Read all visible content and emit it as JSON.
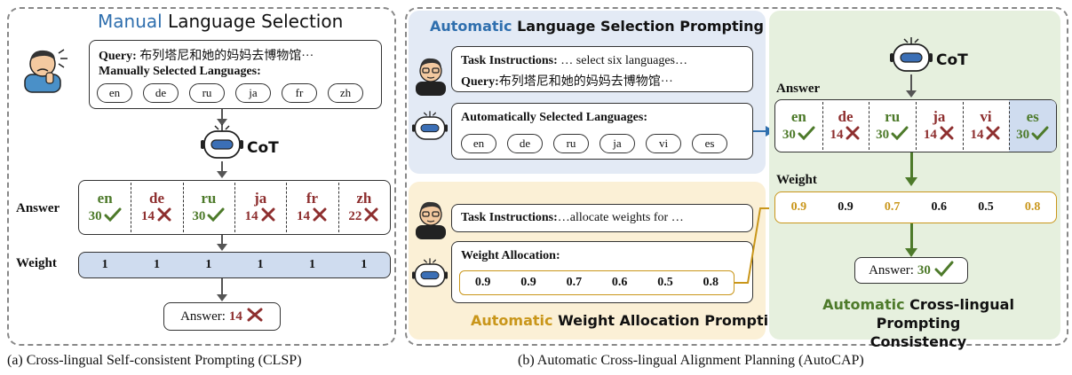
{
  "colors": {
    "green": "#4d7a2a",
    "red": "#8e2f2f",
    "gold": "#c9961a",
    "blue": "#2f6fae"
  },
  "panel_a": {
    "title_highlight": "Manual",
    "title_rest": " Language Selection",
    "query_label": "Query:",
    "query_text": "布列塔尼和她的妈妈去博物馆···",
    "manual_label": "Manually Selected Languages:",
    "languages": [
      "en",
      "de",
      "ru",
      "ja",
      "fr",
      "zh"
    ],
    "cot": "CoT",
    "answer_label": "Answer",
    "answers": [
      {
        "lang": "en",
        "score": "30",
        "ok": true
      },
      {
        "lang": "de",
        "score": "14",
        "ok": false
      },
      {
        "lang": "ru",
        "score": "30",
        "ok": true
      },
      {
        "lang": "ja",
        "score": "14",
        "ok": false
      },
      {
        "lang": "fr",
        "score": "14",
        "ok": false
      },
      {
        "lang": "zh",
        "score": "22",
        "ok": false
      }
    ],
    "weight_label": "Weight",
    "weights": [
      "1",
      "1",
      "1",
      "1",
      "1",
      "1"
    ],
    "final_label": "Answer:",
    "final_value": "14",
    "final_ok": false
  },
  "panel_b": {
    "lsp_title_highlight": "Automatic",
    "lsp_title_rest": " Language Selection Prompting",
    "task_label": "Task Instructions:",
    "task_text": " … select six languages…",
    "query_label": "Query:",
    "query_text": "布列塔尼和她的妈妈去博物馆···",
    "auto_label": "Automatically Selected  Languages:",
    "languages": [
      "en",
      "de",
      "ru",
      "ja",
      "vi",
      "es"
    ],
    "wap_task_label": "Task Instructions:",
    "wap_task_text": " …allocate weights for …",
    "alloc_label": "Weight Allocation:",
    "alloc_weights": [
      "0.9",
      "0.9",
      "0.7",
      "0.6",
      "0.5",
      "0.8"
    ],
    "wap_title_highlight": "Automatic",
    "wap_title_rest": " Weight Allocation Prompting",
    "cot": "CoT",
    "answer_label": "Answer",
    "answers": [
      {
        "lang": "en",
        "score": "30",
        "ok": true
      },
      {
        "lang": "de",
        "score": "14",
        "ok": false
      },
      {
        "lang": "ru",
        "score": "30",
        "ok": true
      },
      {
        "lang": "ja",
        "score": "14",
        "ok": false
      },
      {
        "lang": "vi",
        "score": "14",
        "ok": false
      },
      {
        "lang": "es",
        "score": "30",
        "ok": true
      }
    ],
    "weight_label": "Weight",
    "weights": [
      "0.9",
      "0.9",
      "0.7",
      "0.6",
      "0.5",
      "0.8"
    ],
    "final_label": "Answer:",
    "final_value": "30",
    "final_ok": true,
    "cpc_title_highlight": "Automatic",
    "cpc_title_rest_1": " Cross-lingual Prompting",
    "cpc_title_rest_2": "Consistency"
  },
  "captions": {
    "a": "(a) Cross-lingual Self-consistent Prompting (CLSP)",
    "b": "(b) Automatic Cross-lingual Alignment Planning (AutoCAP)"
  }
}
